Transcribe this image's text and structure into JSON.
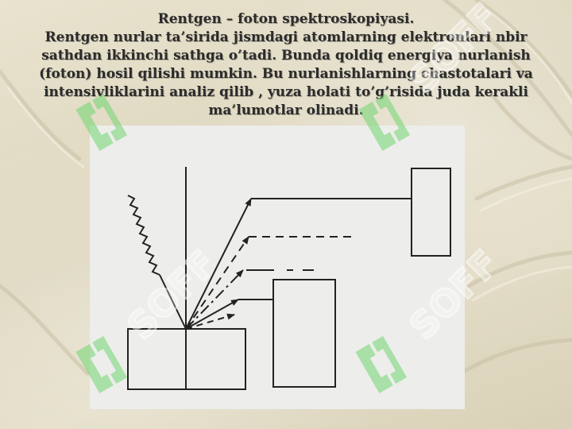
{
  "slide": {
    "title": "Rentgen – foton spektroskopiyasi.",
    "body": "Rentgen nurlar ta’sirida jismdagi atomlarning elektronlari nbir sathdan ikkinchi sathga o’tadi. Bunda qoldiq energiya nurlanish (foton) hosil qilishi mumkin. Bu nurlanishlarning chastotalari va intensivliklarini analiz qilib , yuza holati to’g’risida juda kerakli ma’lumotlar olinadi."
  },
  "watermark": {
    "text": "SOFF",
    "color": "#6fd66f"
  },
  "colors": {
    "background": "#e3dcc6",
    "text": "#2b2b2b",
    "diagram_panel": "#ededeb",
    "diagram_lines": "#222222"
  }
}
